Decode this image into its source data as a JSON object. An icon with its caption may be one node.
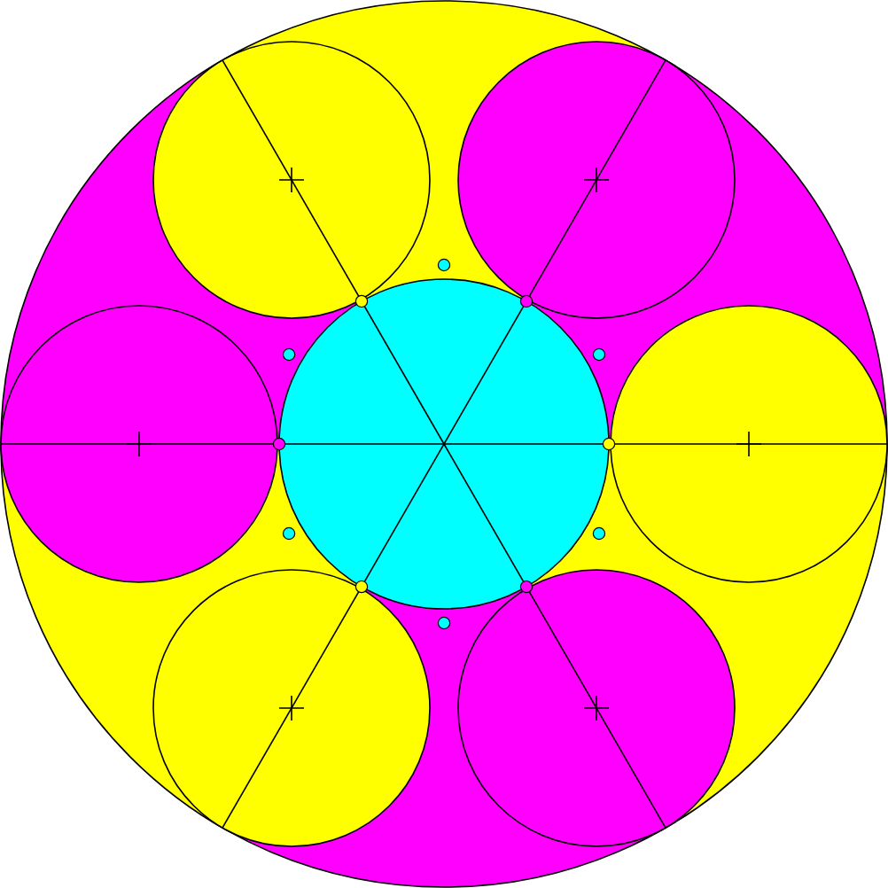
{
  "diagram": {
    "nodes": [
      {
        "text": [],
        "shape": "circle"
      },
      {
        "text": [],
        "shape": "circle",
        "in": 0
      },
      {
        "text": [],
        "shape": "circle",
        "in": 0
      },
      {
        "text": [],
        "shape": "circle",
        "in": 0
      },
      {
        "text": [],
        "shape": "circle",
        "in": 0
      },
      {
        "text": [],
        "shape": "circle",
        "in": 0
      },
      {
        "text": [],
        "shape": "circle",
        "in": 0
      },
      {
        "text": [],
        "shape": "circle",
        "in": 0
      }
    ],
    "edges": [
      {
        "from": 1,
        "to": 2,
        "arrow": "none"
      },
      {
        "from": 1,
        "to": 3,
        "arrow": "none"
      },
      {
        "from": 1,
        "to": 4,
        "arrow": "none"
      },
      {
        "from": 1,
        "to": 5,
        "arrow": "none"
      },
      {
        "from": 1,
        "to": 6,
        "arrow": "none"
      },
      {
        "from": 1,
        "to": 7,
        "arrow": "none"
      }
    ]
  }
}
